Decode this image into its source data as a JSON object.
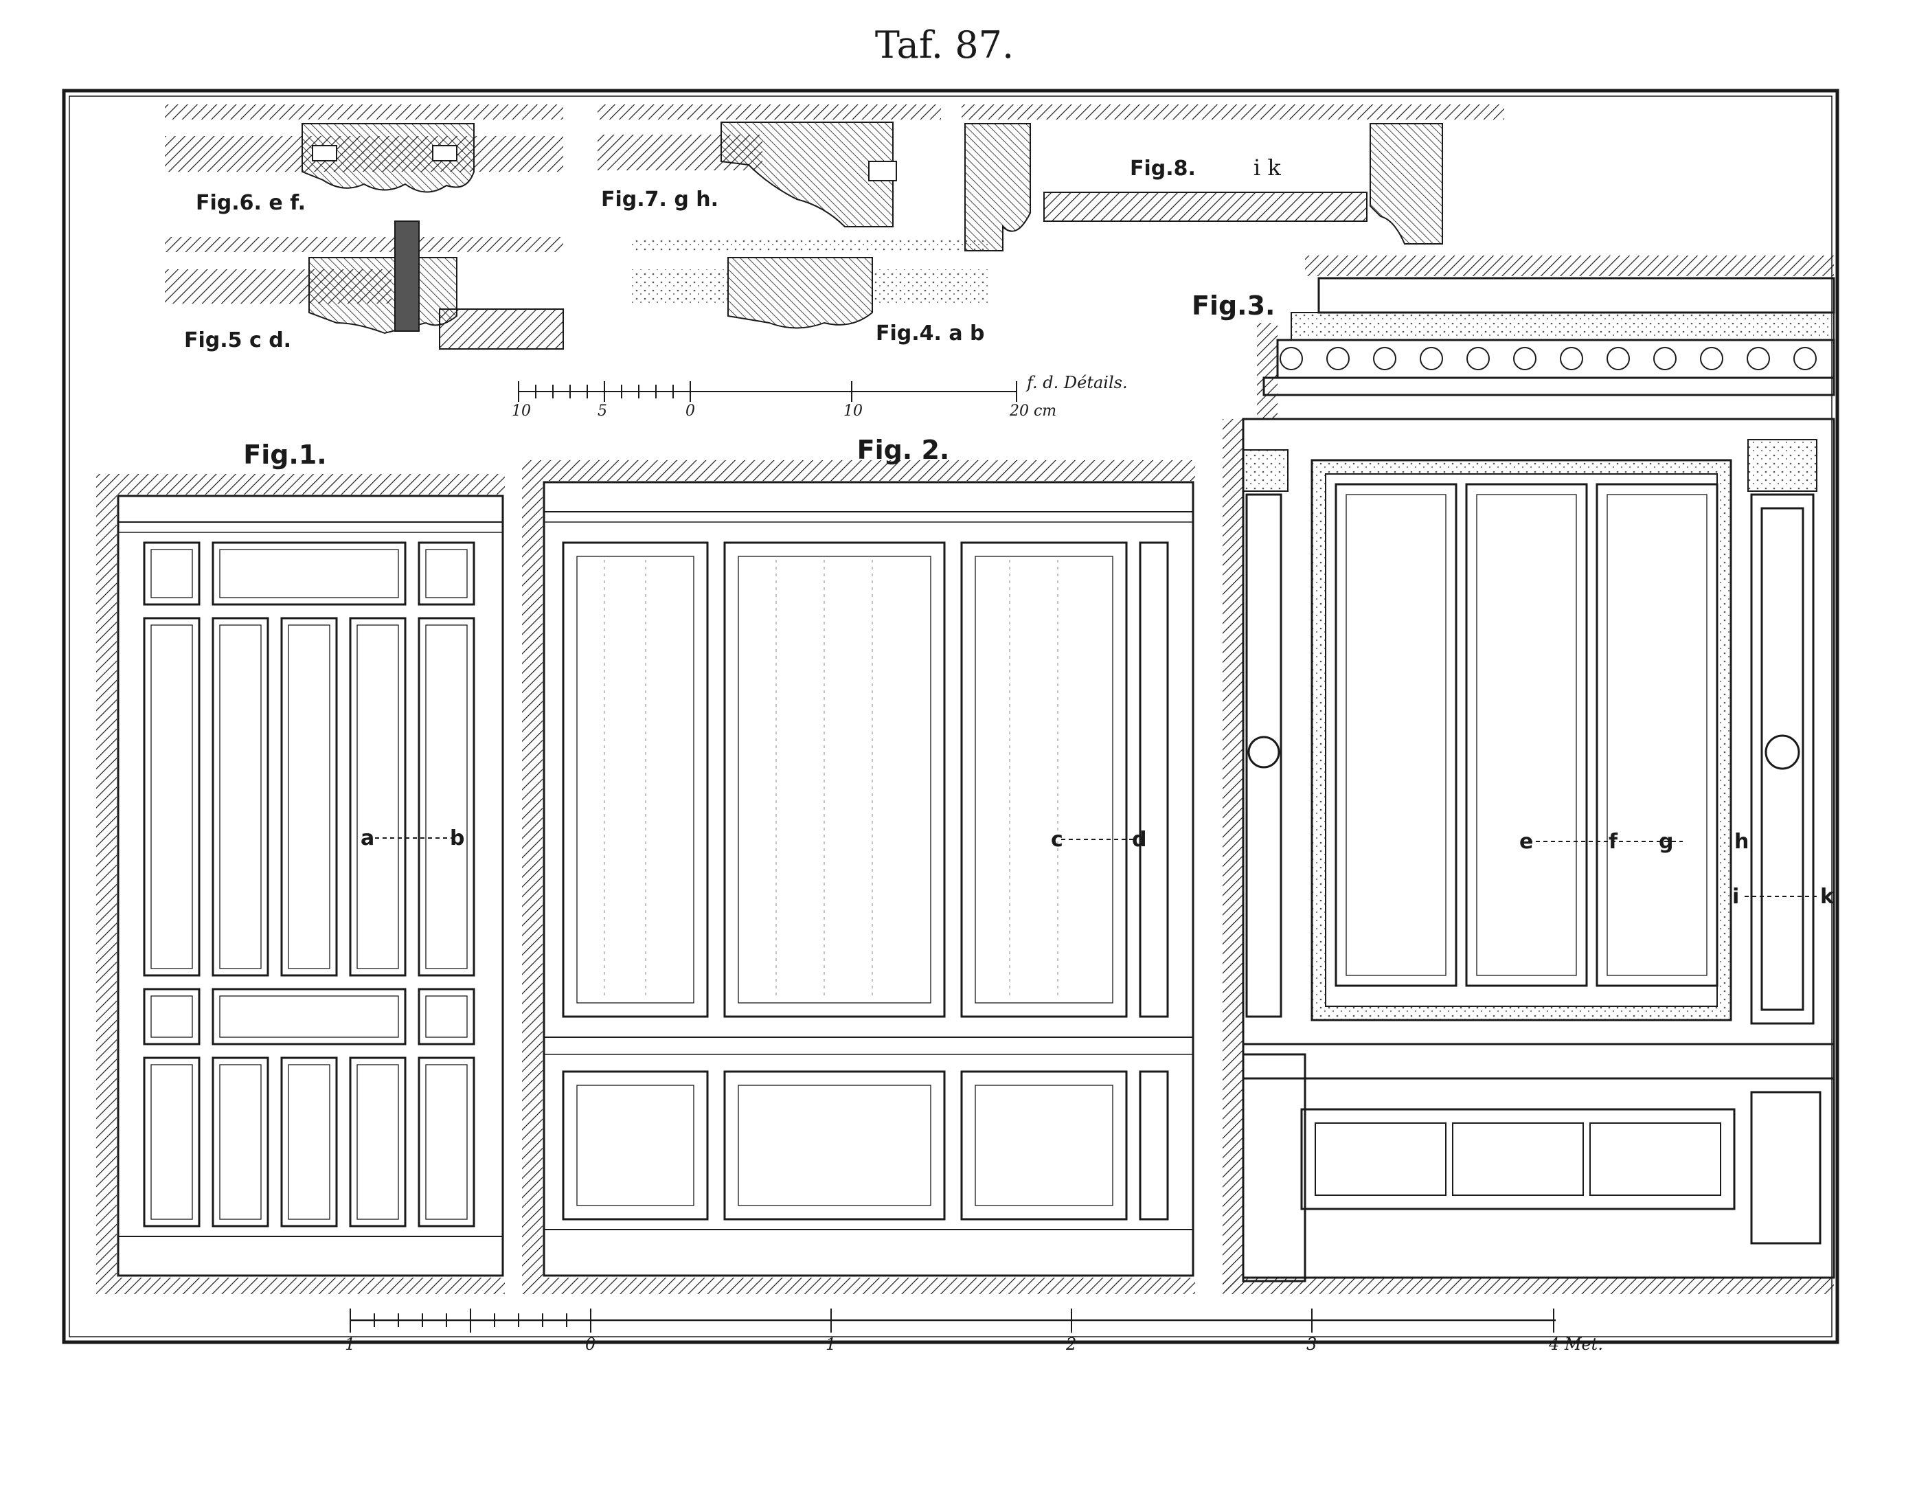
{
  "plate": {
    "title": "Taf. 87."
  },
  "figures": {
    "fig1": "Fig.1.",
    "fig2": "Fig. 2.",
    "fig3": "Fig.3.",
    "fig4": "Fig.4. a b",
    "fig5": "Fig.5 c d.",
    "fig6": "Fig.6. e f.",
    "fig7": "Fig.7. g h.",
    "fig8": "Fig.8.",
    "fig8_section": "i k"
  },
  "section_marks": [
    "a",
    "b",
    "c",
    "d",
    "e",
    "f",
    "g",
    "h",
    "i",
    "k"
  ],
  "detail_scale": {
    "ticks": [
      "10",
      "5",
      "0",
      "10",
      "20 cm"
    ],
    "caption": "f. d. Détails."
  },
  "main_scale": {
    "ticks": [
      "1",
      "0",
      "1",
      "2",
      "3",
      "4 Met."
    ]
  },
  "colors": {
    "ink": "#1a1a1a",
    "paper": "#ffffff"
  }
}
